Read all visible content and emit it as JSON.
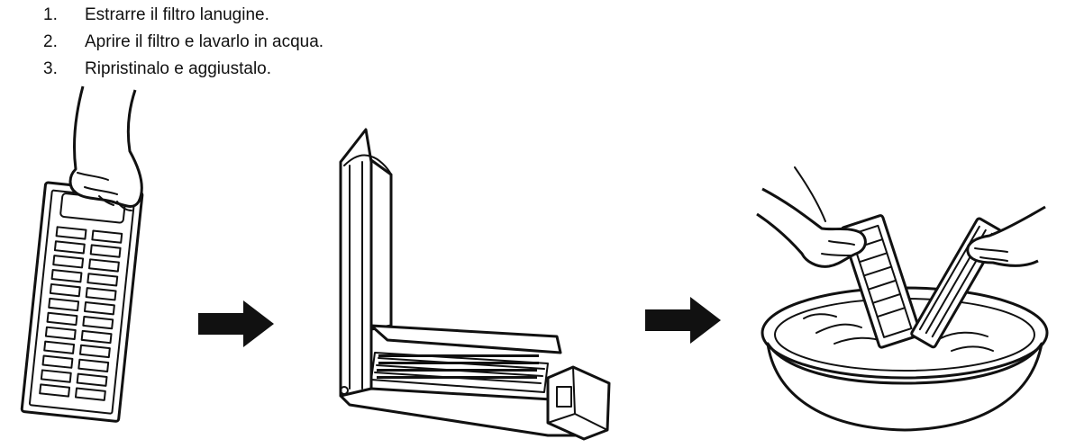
{
  "instructions": {
    "steps": [
      {
        "number": "1.",
        "text": "Estrarre il filtro lanugine."
      },
      {
        "number": "2.",
        "text": "Aprire il filtro e lavarlo in acqua."
      },
      {
        "number": "3.",
        "text": "Ripristinalo e aggiustalo."
      }
    ]
  },
  "illustrations": {
    "step1": "hand-pulling-lint-filter-illustration",
    "arrow1": "right-arrow-icon",
    "step2": "opened-lint-filter-illustration",
    "arrow2": "right-arrow-icon",
    "step3": "washing-filter-in-basin-illustration"
  },
  "colors": {
    "ink": "#111111",
    "background": "#ffffff"
  }
}
